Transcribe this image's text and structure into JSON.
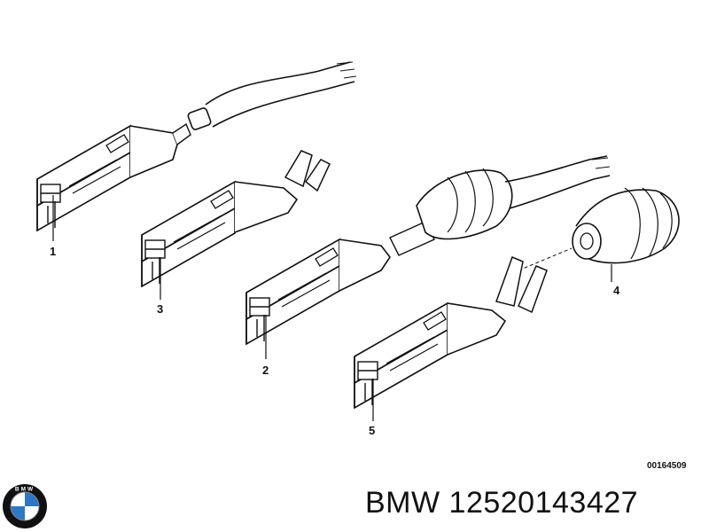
{
  "diagram": {
    "callouts": [
      {
        "id": "1",
        "label": "1"
      },
      {
        "id": "2",
        "label": "2"
      },
      {
        "id": "3",
        "label": "3"
      },
      {
        "id": "4",
        "label": "4"
      },
      {
        "id": "5",
        "label": "5"
      }
    ],
    "drawing_number": "00164509"
  },
  "footer": {
    "brand": "BMW",
    "part_number": "12520143427"
  },
  "logo": {
    "letters": "BMW",
    "colors": {
      "blue": "#2f77c6",
      "white": "#ffffff",
      "ring": "#111111"
    }
  },
  "colors": {
    "line": "#111111",
    "background": "#ffffff"
  }
}
